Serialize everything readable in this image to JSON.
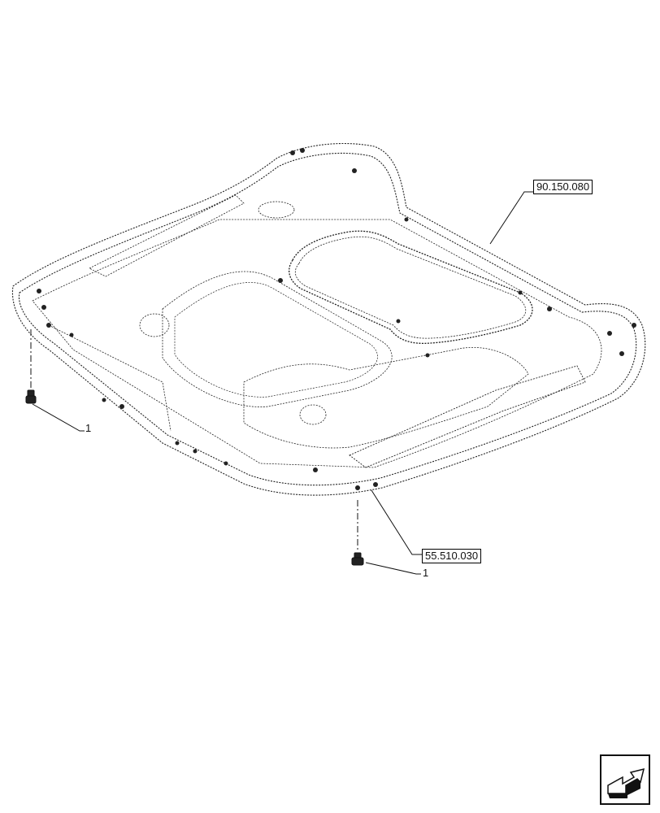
{
  "diagram": {
    "subject": "cab roof assembly (underside view)",
    "references": [
      {
        "id": "ref-90150080",
        "label": "90.150.080"
      },
      {
        "id": "ref-55510030",
        "label": "55.510.030"
      }
    ],
    "callouts": [
      {
        "id": "callout-left",
        "label": "1"
      },
      {
        "id": "callout-bottom",
        "label": "1"
      }
    ],
    "parts": [
      {
        "number": "1",
        "description": "fastener / plug"
      }
    ]
  },
  "navigation": {
    "icon": "next-page-arrow-icon"
  },
  "colors": {
    "line": "#111111",
    "background": "#ffffff"
  }
}
